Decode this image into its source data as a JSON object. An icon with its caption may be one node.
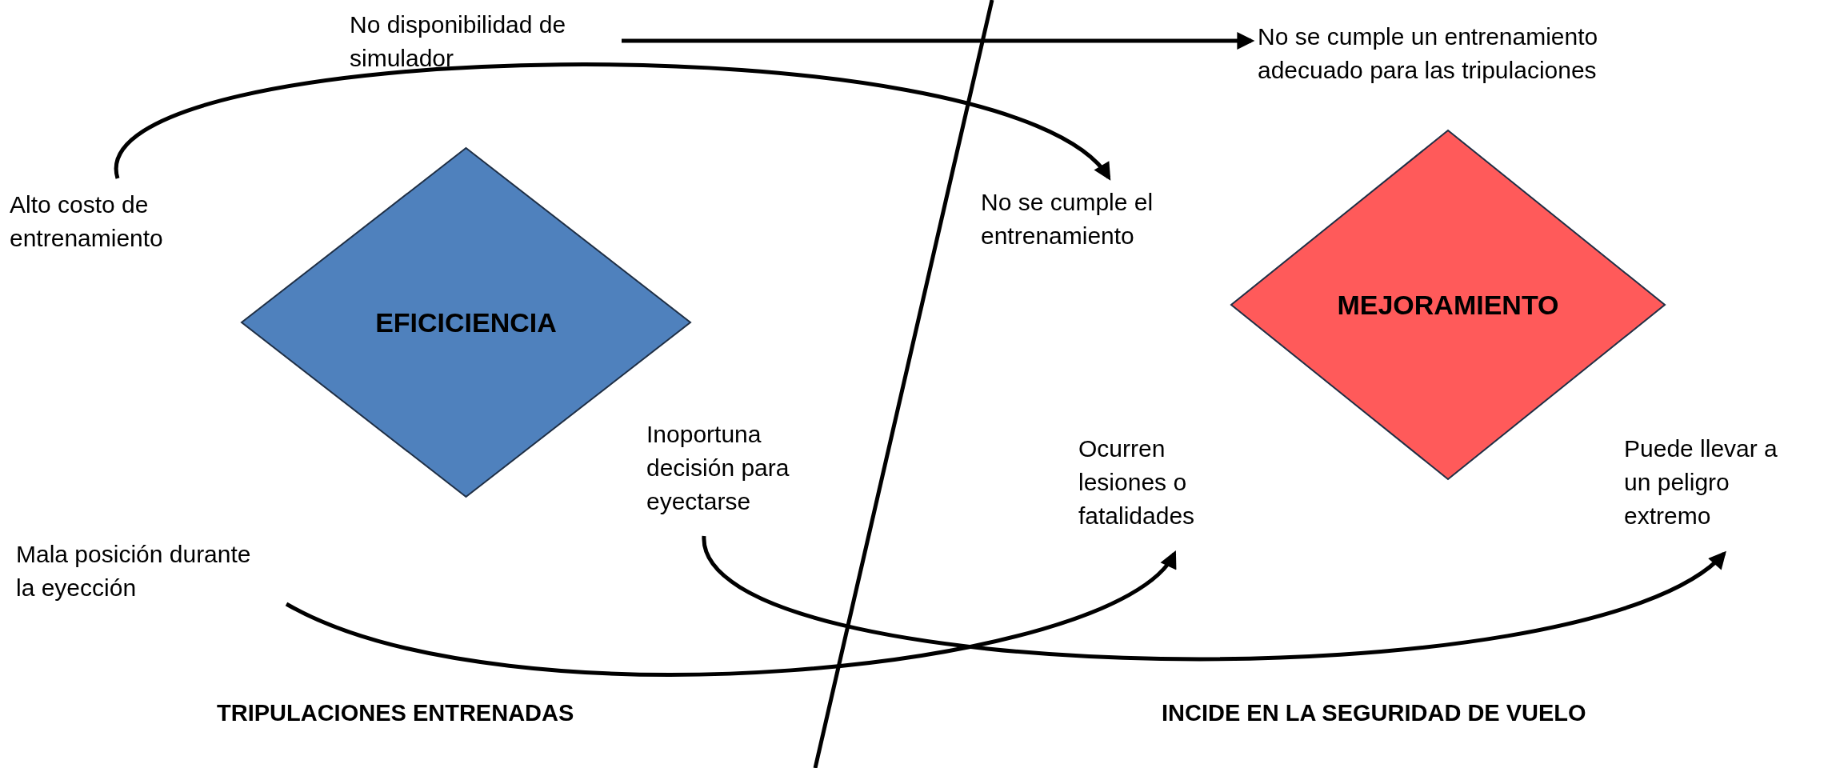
{
  "diagram": {
    "nodes": [
      {
        "text": [
          "No disponibilidad de simulador"
        ]
      },
      {
        "text": [
          "No se cumple un entrenamiento adecuado para las tripulaciones"
        ]
      },
      {
        "text": [
          "Alto costo de entrenamiento"
        ]
      },
      {
        "text": [
          "No se cumple el entrenamiento"
        ]
      },
      {
        "text": [
          "EFICICIENCIA"
        ]
      },
      {
        "text": [
          "MEJORAMIENTO"
        ]
      },
      {
        "text": [
          "Inoportuna decisión para eyectarse"
        ]
      },
      {
        "text": [
          "Ocurren lesiones o fatalidades"
        ]
      },
      {
        "text": [
          "Puede llevar a un peligro extremo"
        ]
      },
      {
        "text": [
          "Mala posición durante la eyección"
        ]
      }
    ],
    "edges": [
      {
        "from": 0,
        "to": 1,
        "arrow": "to"
      },
      {
        "from": 2,
        "to": 3,
        "arrow": "to"
      },
      {
        "from": 9,
        "to": 7,
        "arrow": "to"
      },
      {
        "from": 6,
        "to": 8,
        "arrow": "to"
      }
    ],
    "labels": [
      "TRIPULACIONES ENTRENADAS",
      "INCIDE EN LA SEGURIDAD DE VUELO"
    ]
  }
}
